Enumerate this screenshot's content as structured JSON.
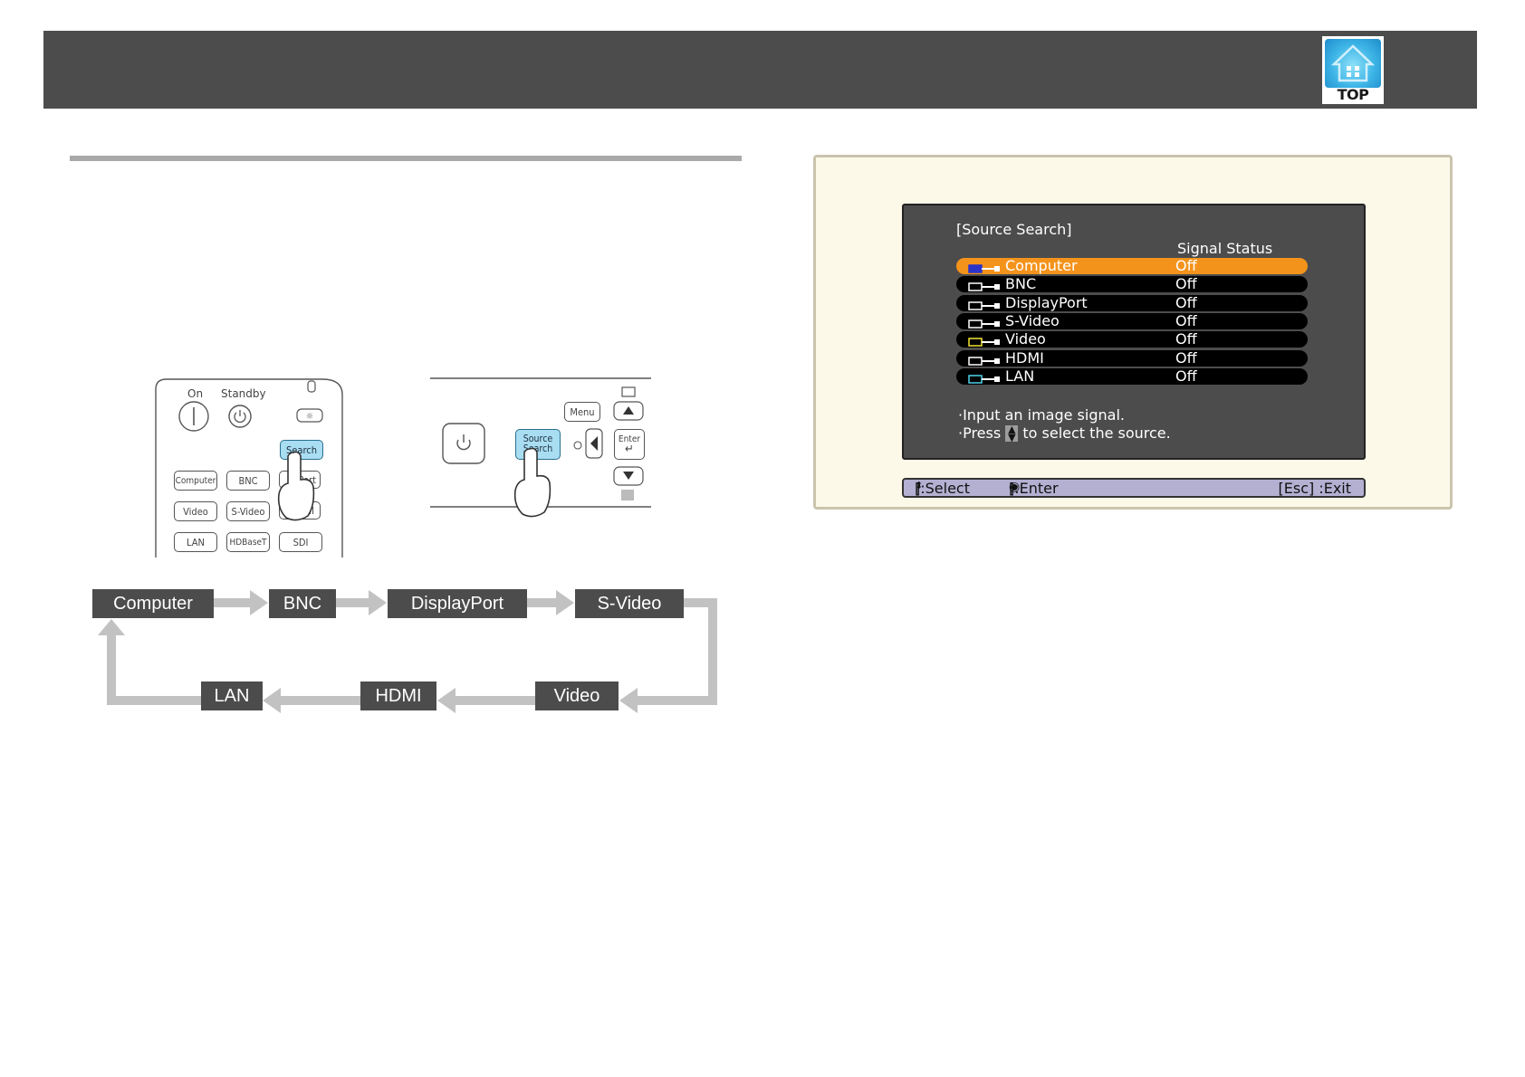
{
  "header": {
    "top_button_label": "TOP"
  },
  "remote": {
    "on_label": "On",
    "standby_label": "Standby",
    "keys": {
      "search": "Search",
      "computer": "Computer",
      "bnc": "BNC",
      "displayport": "Port",
      "video": "Video",
      "svideo": "S-Video",
      "hdmi": "MI",
      "lan": "LAN",
      "hdbaset": "HDBaseT",
      "sdi": "SDI"
    }
  },
  "control_panel": {
    "menu": "Menu",
    "source_search_1": "Source",
    "source_search_2": "Search",
    "enter": "Enter"
  },
  "flow": {
    "top_row": [
      "Computer",
      "BNC",
      "DisplayPort",
      "S-Video"
    ],
    "bottom_row": [
      "LAN",
      "HDMI",
      "Video"
    ]
  },
  "osd": {
    "title": "[Source Search]",
    "signal_status_header": "Signal Status",
    "sources": [
      {
        "name": "Computer",
        "status": "Off",
        "selected": true,
        "icon": "computer-port-icon"
      },
      {
        "name": "BNC",
        "status": "Off",
        "selected": false,
        "icon": "bnc-port-icon"
      },
      {
        "name": "DisplayPort",
        "status": "Off",
        "selected": false,
        "icon": "displayport-icon"
      },
      {
        "name": "S-Video",
        "status": "Off",
        "selected": false,
        "icon": "svideo-port-icon"
      },
      {
        "name": "Video",
        "status": "Off",
        "selected": false,
        "icon": "video-port-icon"
      },
      {
        "name": "HDMI",
        "status": "Off",
        "selected": false,
        "icon": "hdmi-port-icon"
      },
      {
        "name": "LAN",
        "status": "Off",
        "selected": false,
        "icon": "lan-icon"
      }
    ],
    "message_1": "·Input an image signal.",
    "message_2_a": "·Press",
    "message_2_b": "to select the source.",
    "footer_select": "[",
    "footer_select_b": "]:Select",
    "footer_enter_a": "[",
    "footer_enter_b": "]:Enter",
    "footer_exit": "[Esc] :Exit",
    "colors": {
      "selected_row": "#f4931b",
      "panel": "#4c4c4c",
      "footer_bar": "#b3b0d2"
    }
  }
}
